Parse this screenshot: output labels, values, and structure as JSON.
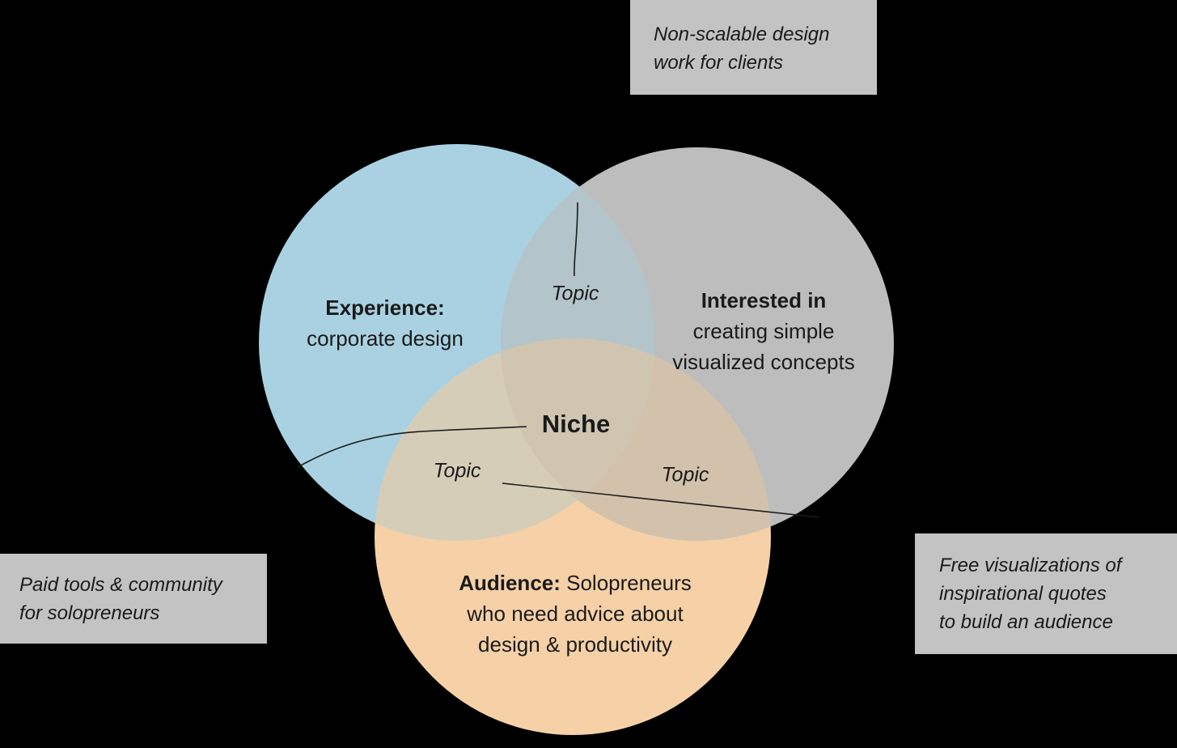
{
  "diagram": {
    "center_label": "Niche",
    "circles": {
      "experience": {
        "bold": "Experience:",
        "line2": "corporate design"
      },
      "interested": {
        "bold": "Interested in",
        "line2": "creating simple",
        "line3": "visualized concepts"
      },
      "audience": {
        "bold": "Audience:",
        "line1_rest": " Solopreneurs",
        "line2": "who need advice about",
        "line3": "design & productivity"
      }
    },
    "overlap_labels": {
      "top": "Topic",
      "left": "Topic",
      "right": "Topic"
    },
    "callouts": {
      "top": {
        "lines": [
          "Non-scalable design",
          "work for clients"
        ]
      },
      "left": {
        "lines": [
          "Paid tools & community",
          "for solopreneurs"
        ]
      },
      "right": {
        "lines": [
          "Free visualizations of",
          "inspirational quotes",
          "to build an audience"
        ]
      }
    },
    "colors": {
      "background": "#000000",
      "circle_experience": "#a9d1e1",
      "circle_interested": "#bdbdbd",
      "circle_audience": "#f6d1a7",
      "overlap_experience_interested": "#b3c4cb",
      "overlap_experience_audience": "#d6cdb9",
      "overlap_interested_audience": "#d2c2ab",
      "overlap_center": "#cfc5b1",
      "callout_background": "#c3c3c3",
      "text": "#1a1a1a",
      "line": "#1c1c1c"
    }
  }
}
